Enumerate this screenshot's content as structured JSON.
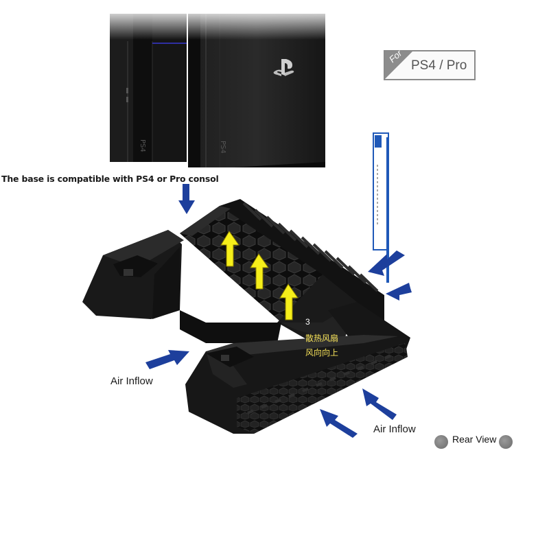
{
  "product": {
    "compat_caption": "The base is compatible with PS4 or Pro consol",
    "badge": {
      "prefix": "For",
      "label": "PS4 / Pro"
    },
    "fan": {
      "number": "3",
      "line1": "散热风扇",
      "line2": "风向向上"
    },
    "airflow_left": "Air Inflow",
    "airflow_right": "Air Inflow",
    "rear_view": "Rear View"
  },
  "colors": {
    "arrow_blue": "#1d3f9c",
    "arrow_yellow": "#f6ef1a",
    "console_black": "#141414",
    "text_yellow": "#f6e25a"
  },
  "icons": {
    "console_logo": "playstation-logo-icon",
    "arrow": "arrow-icon"
  }
}
